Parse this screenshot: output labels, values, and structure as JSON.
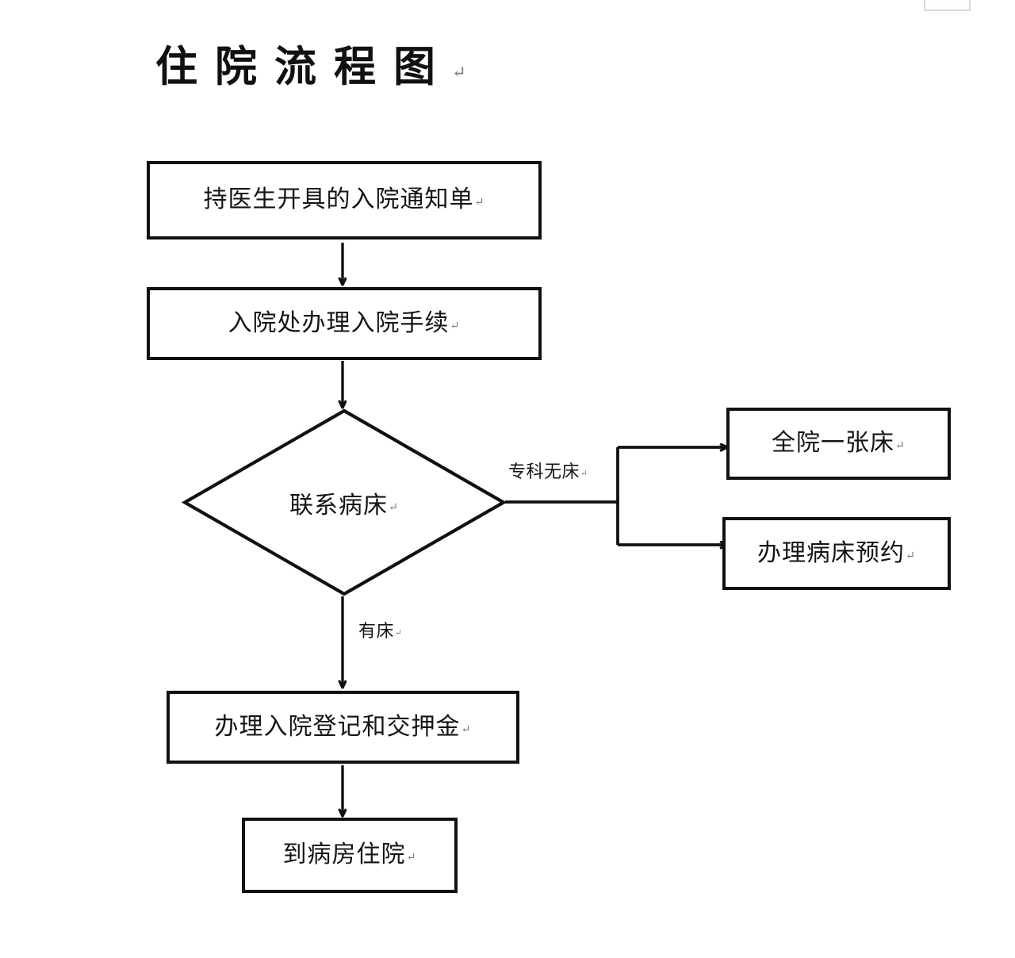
{
  "document": {
    "title": "住院流程图",
    "title_pilcrow": "↵",
    "pilcrow": "↵",
    "background_color": "#ffffff",
    "line_color": "#111111",
    "text_color": "#141414"
  },
  "flowchart": {
    "type": "process-flow-diagram",
    "nodes": [
      {
        "id": "n1",
        "shape": "rectangle",
        "label": "持医生开具的入院通知单",
        "pilcrow": "↵"
      },
      {
        "id": "n2",
        "shape": "rectangle",
        "label": "入院处办理入院手续",
        "pilcrow": "↵"
      },
      {
        "id": "n3",
        "shape": "diamond",
        "label": "联系病床",
        "pilcrow": "↵"
      },
      {
        "id": "n4",
        "shape": "rectangle",
        "label": "全院一张床",
        "pilcrow": "↵"
      },
      {
        "id": "n5",
        "shape": "rectangle",
        "label": "办理病床预约",
        "pilcrow": "↵"
      },
      {
        "id": "n6",
        "shape": "rectangle",
        "label": "办理入院登记和交押金",
        "pilcrow": "↵"
      },
      {
        "id": "n7",
        "shape": "rectangle",
        "label": "到病房住院",
        "pilcrow": "↵"
      }
    ],
    "edges": [
      {
        "from": "n1",
        "to": "n2",
        "label": ""
      },
      {
        "from": "n2",
        "to": "n3",
        "label": ""
      },
      {
        "from": "n3",
        "to": "n4",
        "label": "专科无床",
        "pilcrow": "↵"
      },
      {
        "from": "n3",
        "to": "n5",
        "label": "专科无床",
        "pilcrow": "↵"
      },
      {
        "from": "n3",
        "to": "n6",
        "label": "有床",
        "pilcrow": "↵"
      },
      {
        "from": "n6",
        "to": "n7",
        "label": ""
      }
    ],
    "edge_labels": {
      "no_specialty_bed": "专科无床",
      "has_bed": "有床"
    }
  }
}
